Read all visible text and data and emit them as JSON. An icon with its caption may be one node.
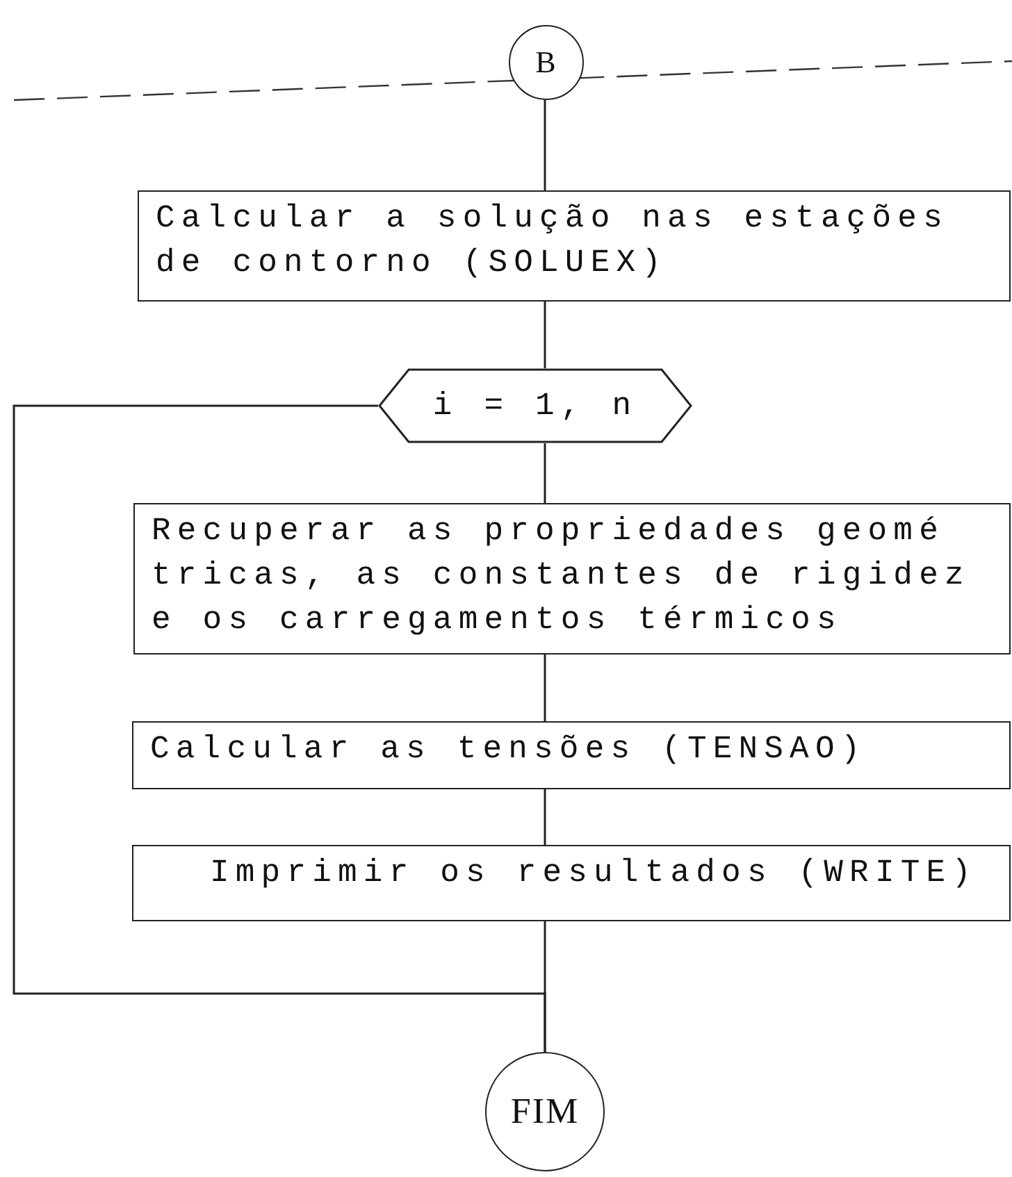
{
  "diagram": {
    "nodes": [
      {
        "text": [
          "B"
        ]
      },
      {
        "text": [
          "Calcular a solução nas estações de contorno (SOLUEX)"
        ]
      },
      {
        "text": [
          "i = 1, n"
        ]
      },
      {
        "text": [
          "Recuperar as propriedades geomé tricas, as constantes de rigidez e os carregamentos térmicos"
        ]
      },
      {
        "text": [
          "Calcular as tensões (TENSAO)"
        ]
      },
      {
        "text": [
          "Imprimir os resultados (WRITE)"
        ]
      },
      {
        "text": [
          "FIM"
        ]
      }
    ],
    "edges": [
      {
        "from": 0,
        "to": 1,
        "arrow": "none"
      },
      {
        "from": 1,
        "to": 2,
        "arrow": "none"
      },
      {
        "from": 2,
        "to": 3,
        "arrow": "none"
      },
      {
        "from": 3,
        "to": 4,
        "arrow": "none"
      },
      {
        "from": 4,
        "to": 5,
        "arrow": "none"
      },
      {
        "from": 5,
        "to": 6,
        "arrow": "none"
      },
      {
        "from": 2,
        "to": 6,
        "arrow": "none"
      }
    ]
  }
}
